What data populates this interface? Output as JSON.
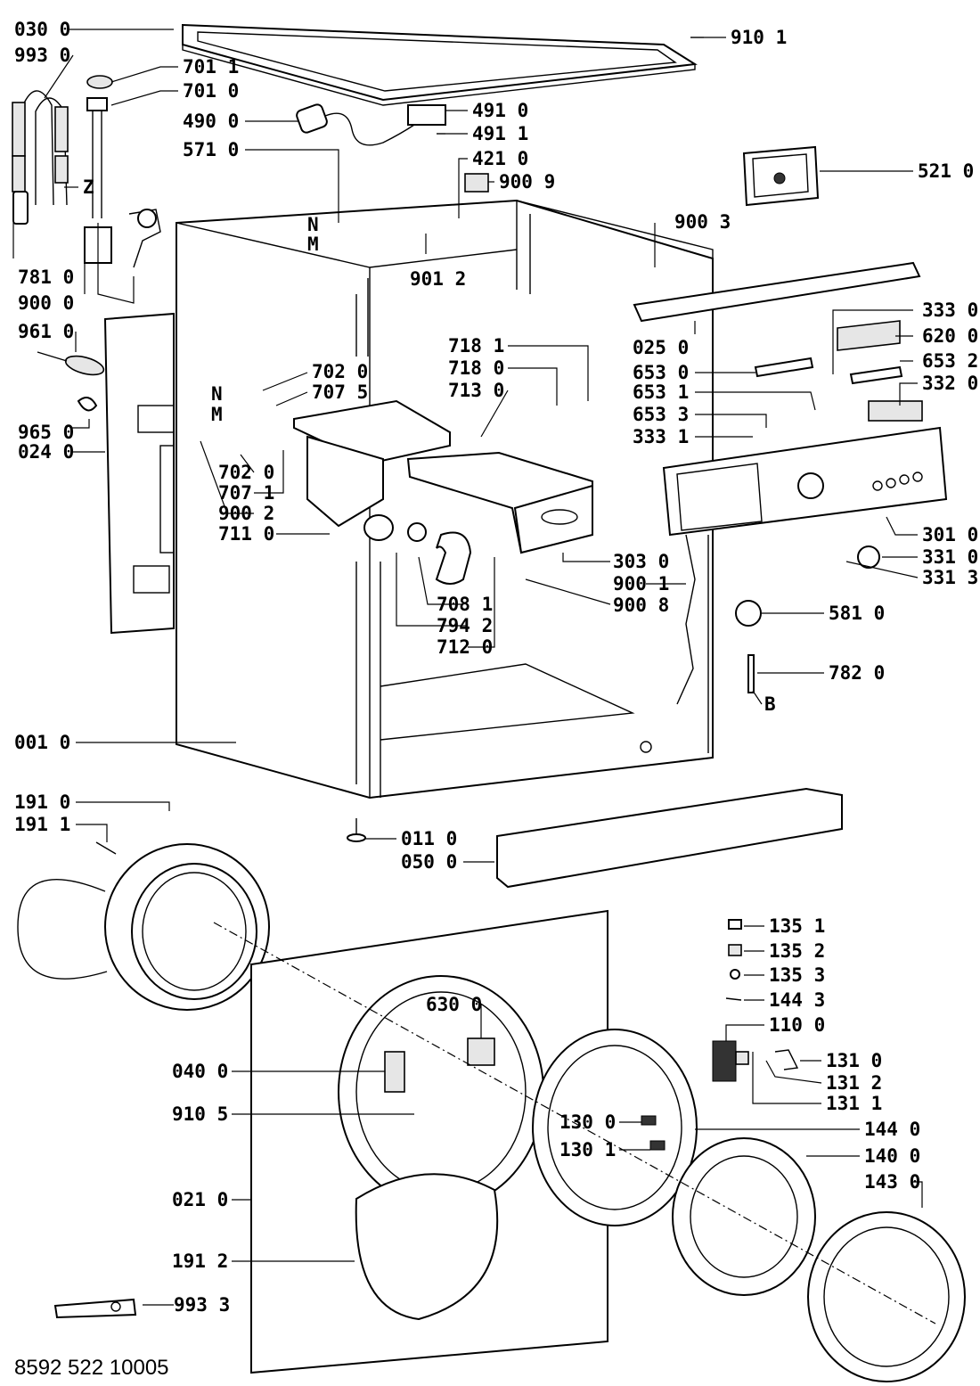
{
  "document_number": "8592 522 10005",
  "callouts": {
    "c0300": "030 0",
    "c9930": "993 0",
    "c7011": "701 1",
    "c7010": "701 0",
    "c4900": "490 0",
    "c5710": "571 0",
    "c9101": "910 1",
    "c4910": "491 0",
    "c4911": "491 1",
    "c4210": "421 0",
    "c9009": "900 9",
    "c5210": "521 0",
    "cZ": "Z",
    "cN1": "N",
    "cM1": "M",
    "c9003": "900 3",
    "c9012": "901 2",
    "c7810": "781 0",
    "c9000": "900 0",
    "c3330": "333 0",
    "c9610": "961 0",
    "c6200": "620 0",
    "c0250": "025 0",
    "c6532": "653 2",
    "c7181": "718 1",
    "c7180": "718 0",
    "c6530": "653 0",
    "c3320": "332 0",
    "c7020a": "702 0",
    "c7130": "713 0",
    "c6531": "653 1",
    "cN2": "N",
    "c7075": "707 5",
    "c6533": "653 3",
    "cM2": "M",
    "c3331": "333 1",
    "c9650": "965 0",
    "c0240": "024 0",
    "c7020b": "702 0",
    "c7071": "707 1",
    "c9002": "900 2",
    "c7110": "711 0",
    "c3010": "301 0",
    "c3030": "303 0",
    "c3310": "331 0",
    "c3313": "331 3",
    "c9001": "900 1",
    "c7081": "708 1",
    "c9008": "900 8",
    "c5810": "581 0",
    "c7942": "794 2",
    "c7120": "712 0",
    "c7820": "782 0",
    "cB": "B",
    "c0010": "001 0",
    "c1910": "191 0",
    "c1911": "191 1",
    "c0110": "011 0",
    "c0500": "050 0",
    "c1351": "135 1",
    "c1352": "135 2",
    "c1353": "135 3",
    "c1443": "144 3",
    "c1100": "110 0",
    "c6300": "630 0",
    "c1310": "131 0",
    "c0400": "040 0",
    "c1312": "131 2",
    "c1311": "131 1",
    "c1300": "130 0",
    "c9105": "910 5",
    "c1440": "144 0",
    "c1301": "130 1",
    "c1400": "140 0",
    "c1430": "143 0",
    "c0210": "021 0",
    "c1912": "191 2",
    "c9933": "993 3"
  }
}
